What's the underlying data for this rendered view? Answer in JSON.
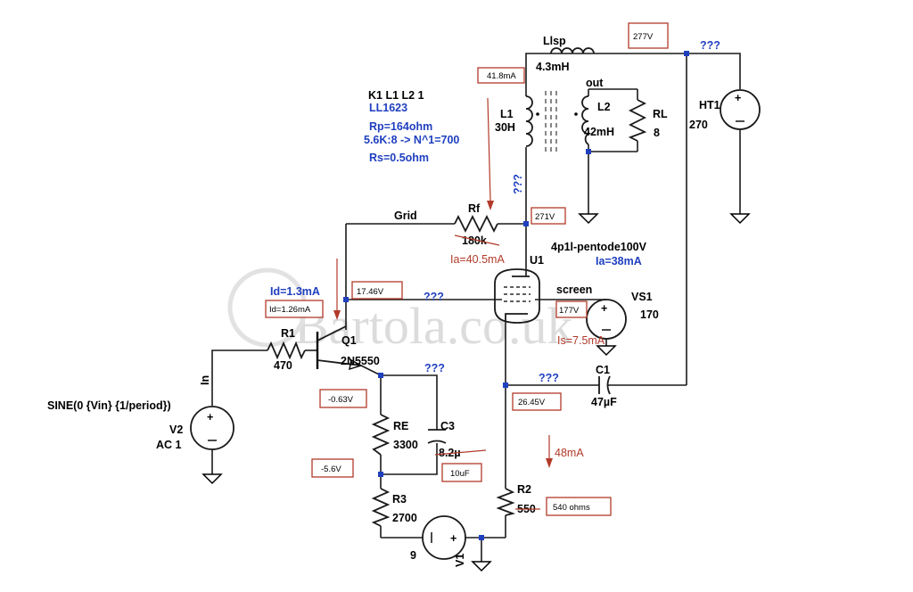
{
  "watermark": "Bartola.co.uk",
  "unknown": "???",
  "transformer": {
    "header": "K1 L1 L2 1",
    "model": "LL1623",
    "rp": "Rp=164ohm",
    "ratio": "5.6K:8  -> N^1=700",
    "rs": "Rs=0.5ohm",
    "l1_name": "L1",
    "l1_value": "30H",
    "l2_name": "L2",
    "l2_value": "42mH",
    "out_label": "out"
  },
  "components": {
    "llsp_name": "Llsp",
    "llsp_value": "4.3mH",
    "rl_name": "RL",
    "rl_value": "8",
    "ht1_name": "HT1",
    "ht1_value": "270",
    "rf_name": "Rf",
    "rf_value": "180k",
    "grid_label": "Grid",
    "u1_name": "U1",
    "u1_model": "4p1l-pentode100V",
    "screen_label": "screen",
    "vs1_name": "VS1",
    "vs1_value": "170",
    "c1_name": "C1",
    "c1_value": "47µF",
    "q1_name": "Q1",
    "q1_model": "2N5550",
    "r1_name": "R1",
    "r1_value": "470",
    "in_label": "In",
    "v2_source": "SINE(0 {Vin} {1/period})",
    "v2_name": "V2",
    "v2_ac": "AC 1",
    "re_name": "RE",
    "re_value": "3300",
    "c3_name": "C3",
    "c3_value": "8.2µ",
    "r3_name": "R3",
    "r3_value": "2700",
    "v1_name": "V1",
    "v1_value": "9",
    "r2_name": "R2",
    "r2_value": "550"
  },
  "annotations": {
    "ia_rf": "Ia=40.5mA",
    "ia_u1": "Ia=38mA",
    "id_q1": "Id=1.3mA",
    "is_screen": "Is=7.5mA",
    "cath_current": "48mA"
  },
  "measurements": {
    "l1_current": "41.8mA",
    "ht_voltage": "277V",
    "plate_voltage": "271V",
    "grid_voltage": "17.46V",
    "id_measured": "Id=1.26mA",
    "screen_voltage": "177V",
    "emitter_voltage": "-0.63V",
    "cathode_voltage": "26.45V",
    "re_bottom_voltage": "-5.6V",
    "c3_measured": "10uF",
    "r2_measured": "540 ohms"
  }
}
